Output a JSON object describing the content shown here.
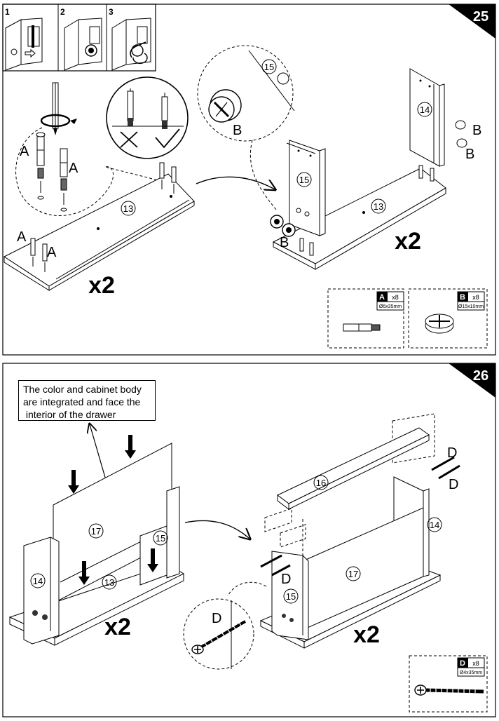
{
  "steps": {
    "s25": {
      "number": "25",
      "substeps": [
        "1",
        "2",
        "3"
      ],
      "multiplier_left": "x2",
      "multiplier_right": "x2",
      "parts": {
        "p13": "13",
        "p13b": "13",
        "p14": "14",
        "p15": "15",
        "p15b": "15"
      },
      "labels": {
        "a1": "A",
        "a2": "A",
        "a3": "A",
        "a4": "A",
        "b1": "B",
        "b2": "B",
        "b3": "B",
        "b4": "B"
      },
      "hardware": [
        {
          "letter": "A",
          "qty": "x8",
          "size": "Ø6x35mm"
        },
        {
          "letter": "B",
          "qty": "x8",
          "size": "Ø15x10mm"
        }
      ]
    },
    "s26": {
      "number": "26",
      "note": "The color and cabinet body\nare integrated and face the\n interior of the drawer",
      "multiplier_left": "x2",
      "multiplier_right": "x2",
      "parts": {
        "p17": "17",
        "p15": "15",
        "p14": "14",
        "p13": "13",
        "p16": "16",
        "p14b": "14",
        "p17b": "17",
        "p15b": "15"
      },
      "labels": {
        "d1": "D",
        "d2": "D",
        "d3": "D",
        "d4": "D"
      },
      "hardware": [
        {
          "letter": "D",
          "qty": "x8",
          "size": "Ø4x35mm"
        }
      ]
    }
  }
}
